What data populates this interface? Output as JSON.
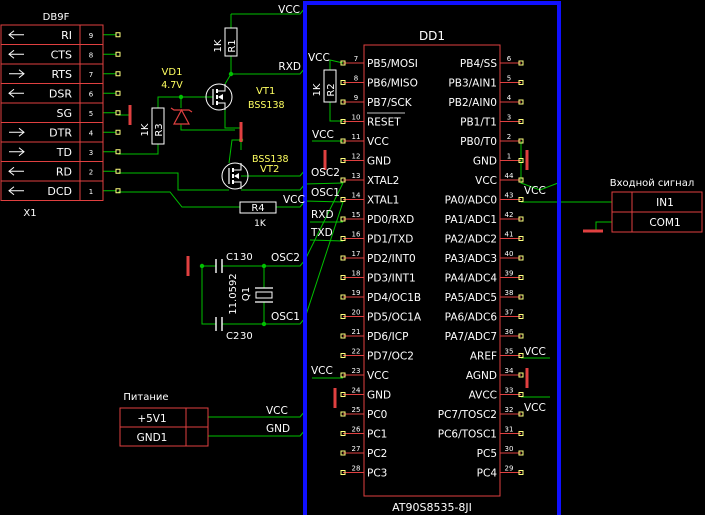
{
  "colors": {
    "background": "#000000",
    "wire": "#00c000",
    "component": "#e04040",
    "text": "#ffffff",
    "label_yellow": "#ffff60",
    "chip_border": "#1010ff",
    "pin_text": "#ffffff"
  },
  "connector_db9": {
    "title": "DB9F",
    "ref": "X1",
    "pins": [
      {
        "name": "RI",
        "num": "9",
        "arrow": "left"
      },
      {
        "name": "CTS",
        "num": "8",
        "arrow": "left"
      },
      {
        "name": "RTS",
        "num": "7",
        "arrow": "right"
      },
      {
        "name": "DSR",
        "num": "6",
        "arrow": "left"
      },
      {
        "name": "SG",
        "num": "5",
        "arrow": "none"
      },
      {
        "name": "DTR",
        "num": "4",
        "arrow": "right"
      },
      {
        "name": "TD",
        "num": "3",
        "arrow": "right"
      },
      {
        "name": "RD",
        "num": "2",
        "arrow": "left"
      },
      {
        "name": "DCD",
        "num": "1",
        "arrow": "left"
      }
    ]
  },
  "components": {
    "r1": {
      "ref": "R1",
      "value": "1K"
    },
    "r2": {
      "ref": "R2",
      "value": "1K"
    },
    "r3": {
      "ref": "R3",
      "value": "1K"
    },
    "r4": {
      "ref": "R4",
      "value": "1K"
    },
    "vd1": {
      "ref": "VD1",
      "value": "4.7V"
    },
    "vt1": {
      "ref": "VT1",
      "value": "BSS138"
    },
    "vt2": {
      "ref": "VT2",
      "value": "BSS138"
    },
    "c1": {
      "ref": "C1",
      "value": "30"
    },
    "c2": {
      "ref": "C2",
      "value": "30"
    },
    "q1": {
      "ref": "Q1",
      "value": "11.0592"
    }
  },
  "net_labels": {
    "vcc": "VCC",
    "rxd": "RXD",
    "txd": "TXD",
    "osc1": "OSC1",
    "osc2": "OSC2",
    "gnd": "GND"
  },
  "chip": {
    "ref": "DD1",
    "part": "AT90S8535-8JI",
    "left_pins": [
      {
        "num": "7",
        "name": "PB5/MOSI"
      },
      {
        "num": "8",
        "name": "PB6/MISO"
      },
      {
        "num": "9",
        "name": "PB7/SCK"
      },
      {
        "num": "10",
        "name": "RESET"
      },
      {
        "num": "11",
        "name": "VCC"
      },
      {
        "num": "12",
        "name": "GND"
      },
      {
        "num": "13",
        "name": "XTAL2"
      },
      {
        "num": "14",
        "name": "XTAL1"
      },
      {
        "num": "15",
        "name": "PD0/RXD"
      },
      {
        "num": "16",
        "name": "PD1/TXD"
      },
      {
        "num": "17",
        "name": "PD2/INT0"
      },
      {
        "num": "18",
        "name": "PD3/INT1"
      },
      {
        "num": "19",
        "name": "PD4/OC1B"
      },
      {
        "num": "20",
        "name": "PD5/OC1A"
      },
      {
        "num": "21",
        "name": "PD6/ICP"
      },
      {
        "num": "22",
        "name": "PD7/OC2"
      },
      {
        "num": "23",
        "name": "VCC"
      },
      {
        "num": "24",
        "name": "GND"
      },
      {
        "num": "25",
        "name": "PC0"
      },
      {
        "num": "26",
        "name": "PC1"
      },
      {
        "num": "27",
        "name": "PC2"
      },
      {
        "num": "28",
        "name": "PC3"
      }
    ],
    "right_pins": [
      {
        "num": "6",
        "name": "PB4/SS"
      },
      {
        "num": "5",
        "name": "PB3/AIN1"
      },
      {
        "num": "4",
        "name": "PB2/AIN0"
      },
      {
        "num": "3",
        "name": "PB1/T1"
      },
      {
        "num": "2",
        "name": "PB0/T0"
      },
      {
        "num": "1",
        "name": "GND"
      },
      {
        "num": "44",
        "name": "VCC"
      },
      {
        "num": "43",
        "name": "PA0/ADC0"
      },
      {
        "num": "42",
        "name": "PA1/ADC1"
      },
      {
        "num": "41",
        "name": "PA2/ADC2"
      },
      {
        "num": "40",
        "name": "PA3/ADC3"
      },
      {
        "num": "39",
        "name": "PA4/ADC4"
      },
      {
        "num": "38",
        "name": "PA5/ADC5"
      },
      {
        "num": "37",
        "name": "PA6/ADC6"
      },
      {
        "num": "36",
        "name": "PA7/ADC7"
      },
      {
        "num": "35",
        "name": "AREF"
      },
      {
        "num": "34",
        "name": "AGND"
      },
      {
        "num": "33",
        "name": "AVCC"
      },
      {
        "num": "32",
        "name": "PC7/TOSC2"
      },
      {
        "num": "31",
        "name": "PC6/TOSC1"
      },
      {
        "num": "30",
        "name": "PC5"
      },
      {
        "num": "29",
        "name": "PC4"
      }
    ]
  },
  "input_connector": {
    "title": "Входной сигнал",
    "pins": [
      "IN1",
      "COM1"
    ]
  },
  "power_connector": {
    "title": "Питание",
    "pins": [
      "+5V1",
      "GND1"
    ]
  }
}
